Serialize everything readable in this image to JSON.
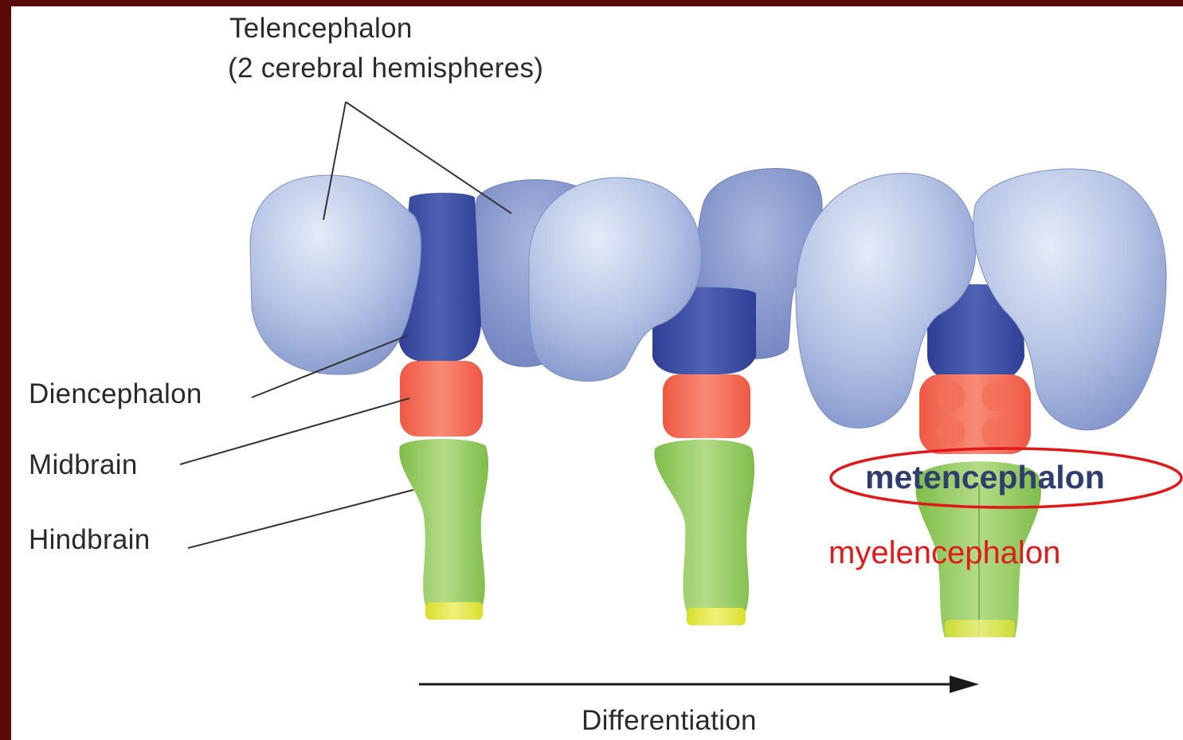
{
  "labels": {
    "telencephalon": "Telencephalon",
    "telencephalon_note": "(2 cerebral hemispheres)",
    "diencephalon": "Diencephalon",
    "midbrain": "Midbrain",
    "hindbrain": "Hindbrain",
    "metencephalon": "metencephalon",
    "myelencephalon": "myelencephalon",
    "differentiation": "Differentiation"
  },
  "colors": {
    "frame_border": "#5a0b08",
    "hemisphere": "#b8c6e6",
    "diencephalon": "#3d4fa3",
    "midbrain": "#f26a55",
    "hindbrain": "#93c95e",
    "spinal_tip": "#e6e83c",
    "highlight_ellipse": "#e01818",
    "metencephalon_text": "#2f3e6e",
    "myelencephalon_text": "#e11919"
  }
}
